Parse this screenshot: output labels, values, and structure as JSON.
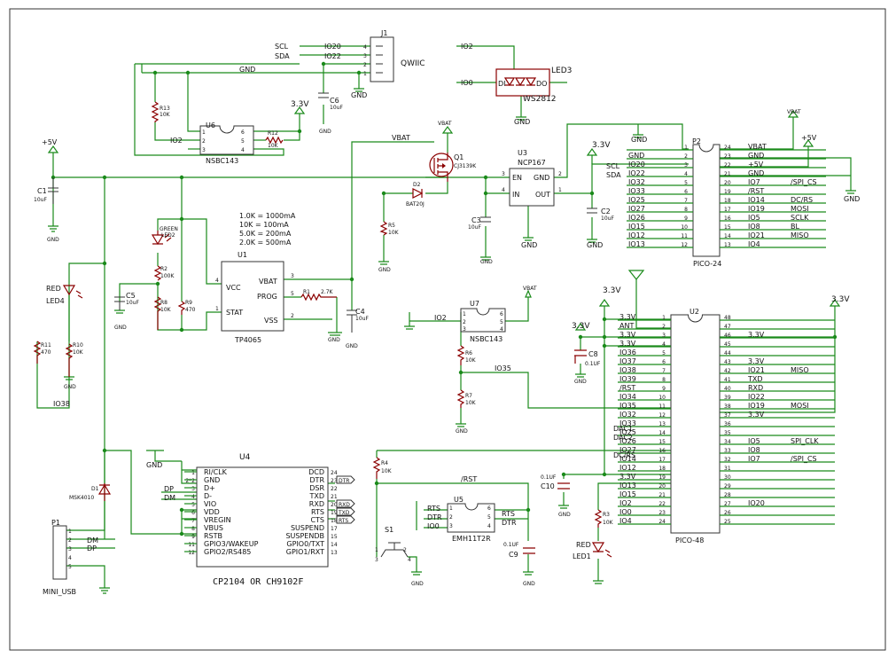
{
  "parts": {
    "J1": {
      "ref": "J1",
      "name": "QWIIC",
      "pins": [
        "4",
        "3",
        "2",
        "1"
      ]
    },
    "LED3": {
      "ref": "LED3",
      "name": "WS2812",
      "in": "DI",
      "out": "DO"
    },
    "U6": {
      "ref": "U6",
      "name": "NSBC143",
      "pins": [
        "6",
        "5",
        "4",
        "1",
        "2",
        "3"
      ]
    },
    "Q1": {
      "ref": "Q1",
      "name": "CJ3139K"
    },
    "D2": {
      "ref": "D2",
      "name": "BAT20J"
    },
    "U3": {
      "ref": "U3",
      "name": "NCP167",
      "en": "EN",
      "in": "IN",
      "gnd": "GND",
      "out": "OUT",
      "pins": [
        "3",
        "4",
        "2",
        "1"
      ]
    },
    "P2": {
      "ref": "P2",
      "name": "PICO-24"
    },
    "U1": {
      "ref": "U1",
      "name": "TP4065",
      "vcc": "VCC",
      "stat": "STAT",
      "vbat": "VBAT",
      "prog": "PROG",
      "vss": "VSS",
      "pins": [
        "4",
        "1",
        "3",
        "5",
        "2"
      ]
    },
    "U7": {
      "ref": "U7",
      "name": "NSBC143",
      "pins": [
        "1",
        "2",
        "3",
        "4",
        "5",
        "6"
      ]
    },
    "U2": {
      "ref": "U2",
      "name": "PICO-48"
    },
    "U4": {
      "ref": "U4",
      "name": "CP2104 OR CH9102F"
    },
    "U5": {
      "ref": "U5",
      "name": "EMH11T2R",
      "pins": [
        "1",
        "2",
        "3",
        "6",
        "5",
        "4"
      ]
    },
    "S1": {
      "ref": "S1",
      "pins": [
        "1",
        "2",
        "3",
        "4"
      ]
    },
    "P1": {
      "ref": "P1",
      "name": "MINI_USB",
      "pins": [
        "1",
        "2",
        "3",
        "4",
        "5"
      ]
    },
    "D1": {
      "ref": "D1",
      "name": "MSK4010"
    }
  },
  "passives": {
    "C1": {
      "ref": "C1",
      "val": "10uF"
    },
    "C2": {
      "ref": "C2",
      "val": "10uF"
    },
    "C3": {
      "ref": "C3",
      "val": "10uF"
    },
    "C4": {
      "ref": "C4",
      "val": "10uF"
    },
    "C5": {
      "ref": "C5",
      "val": "10uF"
    },
    "C6": {
      "ref": "C6",
      "val": "10uF"
    },
    "C8": {
      "ref": "C8",
      "val": "0.1UF"
    },
    "C9": {
      "ref": "C9",
      "val": "0.1UF"
    },
    "C10": {
      "ref": "C10",
      "val": "0.1UF"
    },
    "R1": {
      "ref": "R1",
      "val": "2.7K"
    },
    "R2": {
      "ref": "R2",
      "val": "100K"
    },
    "R3": {
      "ref": "R3",
      "val": "10K"
    },
    "R4": {
      "ref": "R4",
      "val": "10K"
    },
    "R5": {
      "ref": "R5",
      "val": "10K"
    },
    "R6": {
      "ref": "R6",
      "val": "10K"
    },
    "R7": {
      "ref": "R7",
      "val": "10K"
    },
    "R8": {
      "ref": "R8",
      "val": "10K"
    },
    "R9": {
      "ref": "R9",
      "val": "470"
    },
    "R10": {
      "ref": "R10",
      "val": "10K"
    },
    "R11": {
      "ref": "R11",
      "val": "470"
    },
    "R12": {
      "ref": "R12",
      "val": "10K"
    },
    "R13": {
      "ref": "R13",
      "val": "10K"
    },
    "LED1": {
      "ref": "LED1",
      "color": "RED"
    },
    "LED2": {
      "ref": "LED2",
      "color": "GREEN"
    },
    "LED4": {
      "ref": "LED4",
      "color": "RED"
    }
  },
  "nets": {
    "plus5v": "+5V",
    "v33": "3.3V",
    "vbat": "VBAT",
    "gnd": "GND",
    "scl": "SCL",
    "sda": "SDA",
    "io20": "IO20",
    "io22": "IO22",
    "io2": "IO2",
    "io0": "IO0",
    "io35": "IO35",
    "io38": "IO38",
    "rst": "/RST",
    "rts": "RTS",
    "dtr": "DTR",
    "dp": "DP",
    "dm": "DM",
    "dac1": "DAC1",
    "dac2": "DAC2",
    "dcrs": "DC/RS"
  },
  "prog_table": [
    "1.0K = 1000mA",
    "10K  = 100mA",
    "5.0K = 200mA",
    "2.0K = 500mA"
  ],
  "pico24": {
    "left": [
      {
        "pin": "1",
        "net": ""
      },
      {
        "pin": "2",
        "net": "GND"
      },
      {
        "pin": "3",
        "net": "IO20"
      },
      {
        "pin": "4",
        "net": "IO22"
      },
      {
        "pin": "5",
        "net": "IO32"
      },
      {
        "pin": "6",
        "net": "IO33"
      },
      {
        "pin": "7",
        "net": "IO25"
      },
      {
        "pin": "8",
        "net": "IO27"
      },
      {
        "pin": "9",
        "net": "IO26"
      },
      {
        "pin": "10",
        "net": "IO15"
      },
      {
        "pin": "11",
        "net": "IO12"
      },
      {
        "pin": "12",
        "net": "IO13"
      }
    ],
    "right": [
      {
        "pin": "24",
        "net": "VBAT",
        "extra": ""
      },
      {
        "pin": "23",
        "net": "GND",
        "extra": ""
      },
      {
        "pin": "22",
        "net": "+5V",
        "extra": ""
      },
      {
        "pin": "21",
        "net": "GND",
        "extra": ""
      },
      {
        "pin": "20",
        "net": "IO7",
        "extra": "/SPI_CS"
      },
      {
        "pin": "19",
        "net": "/RST",
        "extra": ""
      },
      {
        "pin": "18",
        "net": "IO14",
        "extra": "DC/RS"
      },
      {
        "pin": "17",
        "net": "IO19",
        "extra": "MOSI"
      },
      {
        "pin": "16",
        "net": "IO5",
        "extra": "SCLK"
      },
      {
        "pin": "15",
        "net": "IO8",
        "extra": "BL"
      },
      {
        "pin": "14",
        "net": "IO21",
        "extra": "MISO"
      },
      {
        "pin": "13",
        "net": "IO4",
        "extra": ""
      }
    ]
  },
  "pico48": {
    "left": [
      {
        "pin": "1",
        "net": "3.3V"
      },
      {
        "pin": "2",
        "net": "ANT"
      },
      {
        "pin": "3",
        "net": "3.3V"
      },
      {
        "pin": "4",
        "net": "3.3V"
      },
      {
        "pin": "5",
        "net": "IO36"
      },
      {
        "pin": "6",
        "net": "IO37"
      },
      {
        "pin": "7",
        "net": "IO38"
      },
      {
        "pin": "8",
        "net": "IO39"
      },
      {
        "pin": "9",
        "net": "/RST"
      },
      {
        "pin": "10",
        "net": "IO34"
      },
      {
        "pin": "11",
        "net": "IO35"
      },
      {
        "pin": "12",
        "net": "IO32"
      },
      {
        "pin": "13",
        "net": "IO33"
      },
      {
        "pin": "14",
        "net": "IO25"
      },
      {
        "pin": "15",
        "net": "IO26"
      },
      {
        "pin": "16",
        "net": "IO27"
      },
      {
        "pin": "17",
        "net": "IO14"
      },
      {
        "pin": "18",
        "net": "IO12"
      },
      {
        "pin": "19",
        "net": "3.3V"
      },
      {
        "pin": "20",
        "net": "IO13"
      },
      {
        "pin": "21",
        "net": "IO15"
      },
      {
        "pin": "22",
        "net": "IO2"
      },
      {
        "pin": "23",
        "net": "IO0"
      },
      {
        "pin": "24",
        "net": "IO4"
      }
    ],
    "right": [
      {
        "pin": "48",
        "net": "",
        "extra": ""
      },
      {
        "pin": "47",
        "net": "",
        "extra": ""
      },
      {
        "pin": "46",
        "net": "3.3V",
        "extra": ""
      },
      {
        "pin": "45",
        "net": "",
        "extra": ""
      },
      {
        "pin": "44",
        "net": "",
        "extra": ""
      },
      {
        "pin": "43",
        "net": "3.3V",
        "extra": ""
      },
      {
        "pin": "42",
        "net": "IO21",
        "extra": "MISO"
      },
      {
        "pin": "41",
        "net": "TXD",
        "extra": ""
      },
      {
        "pin": "40",
        "net": "RXD",
        "extra": ""
      },
      {
        "pin": "39",
        "net": "IO22",
        "extra": ""
      },
      {
        "pin": "38",
        "net": "IO19",
        "extra": "MOSI"
      },
      {
        "pin": "37",
        "net": "3.3V",
        "extra": ""
      },
      {
        "pin": "36",
        "net": "",
        "extra": ""
      },
      {
        "pin": "35",
        "net": "",
        "extra": ""
      },
      {
        "pin": "34",
        "net": "IO5",
        "extra": "SPI_CLK"
      },
      {
        "pin": "33",
        "net": "IO8",
        "extra": ""
      },
      {
        "pin": "32",
        "net": "IO7",
        "extra": "/SPI_CS"
      },
      {
        "pin": "31",
        "net": "",
        "extra": ""
      },
      {
        "pin": "30",
        "net": "",
        "extra": ""
      },
      {
        "pin": "29",
        "net": "",
        "extra": ""
      },
      {
        "pin": "28",
        "net": "",
        "extra": ""
      },
      {
        "pin": "27",
        "net": "IO20",
        "extra": ""
      },
      {
        "pin": "26",
        "net": "",
        "extra": ""
      },
      {
        "pin": "25",
        "net": "",
        "extra": ""
      }
    ]
  },
  "u4pins": {
    "left": [
      {
        "pin": "1",
        "name": "RI/CLK"
      },
      {
        "pin": "2*2",
        "name": "GND"
      },
      {
        "pin": "3",
        "name": "D+"
      },
      {
        "pin": "4",
        "name": "D-"
      },
      {
        "pin": "5",
        "name": "VIO"
      },
      {
        "pin": "6",
        "name": "VDD"
      },
      {
        "pin": "7",
        "name": "VREGIN"
      },
      {
        "pin": "8",
        "name": "VBUS"
      },
      {
        "pin": "9",
        "name": "RSTB"
      },
      {
        "pin": "11",
        "name": "GPIO3/WAKEUP"
      },
      {
        "pin": "12",
        "name": "GPIO2/RS485"
      }
    ],
    "right": [
      {
        "pin": "24",
        "name": "DCD"
      },
      {
        "pin": "23",
        "name": "DTR"
      },
      {
        "pin": "22",
        "name": "DSR"
      },
      {
        "pin": "21",
        "name": "TXD"
      },
      {
        "pin": "20",
        "name": "RXD"
      },
      {
        "pin": "19",
        "name": "RTS"
      },
      {
        "pin": "18",
        "name": "CTS"
      },
      {
        "pin": "17",
        "name": "SUSPEND"
      },
      {
        "pin": "15",
        "name": "SUSPENDB"
      },
      {
        "pin": "14",
        "name": "GPIO0/TXT"
      },
      {
        "pin": "13",
        "name": "GPIO1/RXT"
      }
    ],
    "flags": [
      "DTR",
      "RXD",
      "TXD",
      "RTS"
    ]
  }
}
